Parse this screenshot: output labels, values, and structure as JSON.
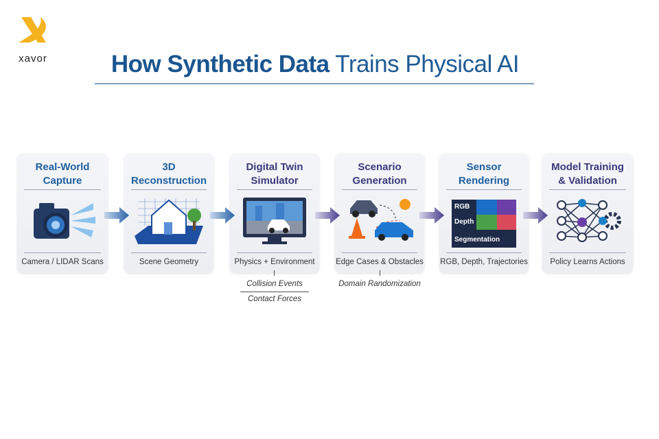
{
  "logo": {
    "text": "xavor"
  },
  "title": {
    "bold": "How Synthetic Data",
    "regular": "Trains Physical AI"
  },
  "steps": [
    {
      "title_line1": "Real-World",
      "title_line2": "Capture",
      "caption": "Camera / LIDAR Scans"
    },
    {
      "title_line1": "3D",
      "title_line2": "Reconstruction",
      "caption": "Scene Geometry"
    },
    {
      "title_line1": "Digital Twin",
      "title_line2": "Simulator",
      "caption": "Physics + Environment"
    },
    {
      "title_line1": "Scenario",
      "title_line2": "Generation",
      "caption": "Edge Cases & Obstacles"
    },
    {
      "title_line1": "Sensor",
      "title_line2": "Rendering",
      "caption": "RGB, Depth, Trajectories"
    },
    {
      "title_line1": "Model Training",
      "title_line2": "& Validation",
      "caption": "Policy Learns Actions"
    }
  ],
  "sensor_layers": [
    "RGB",
    "Depth",
    "Segmentation"
  ],
  "sub_notes": {
    "simulator": [
      "Collision Events",
      "Contact Forces"
    ],
    "scenario": [
      "Domain Randomization"
    ]
  },
  "colors": {
    "blue": "#1e5fa0",
    "navy": "#39397a",
    "logo": "#f5b320"
  }
}
